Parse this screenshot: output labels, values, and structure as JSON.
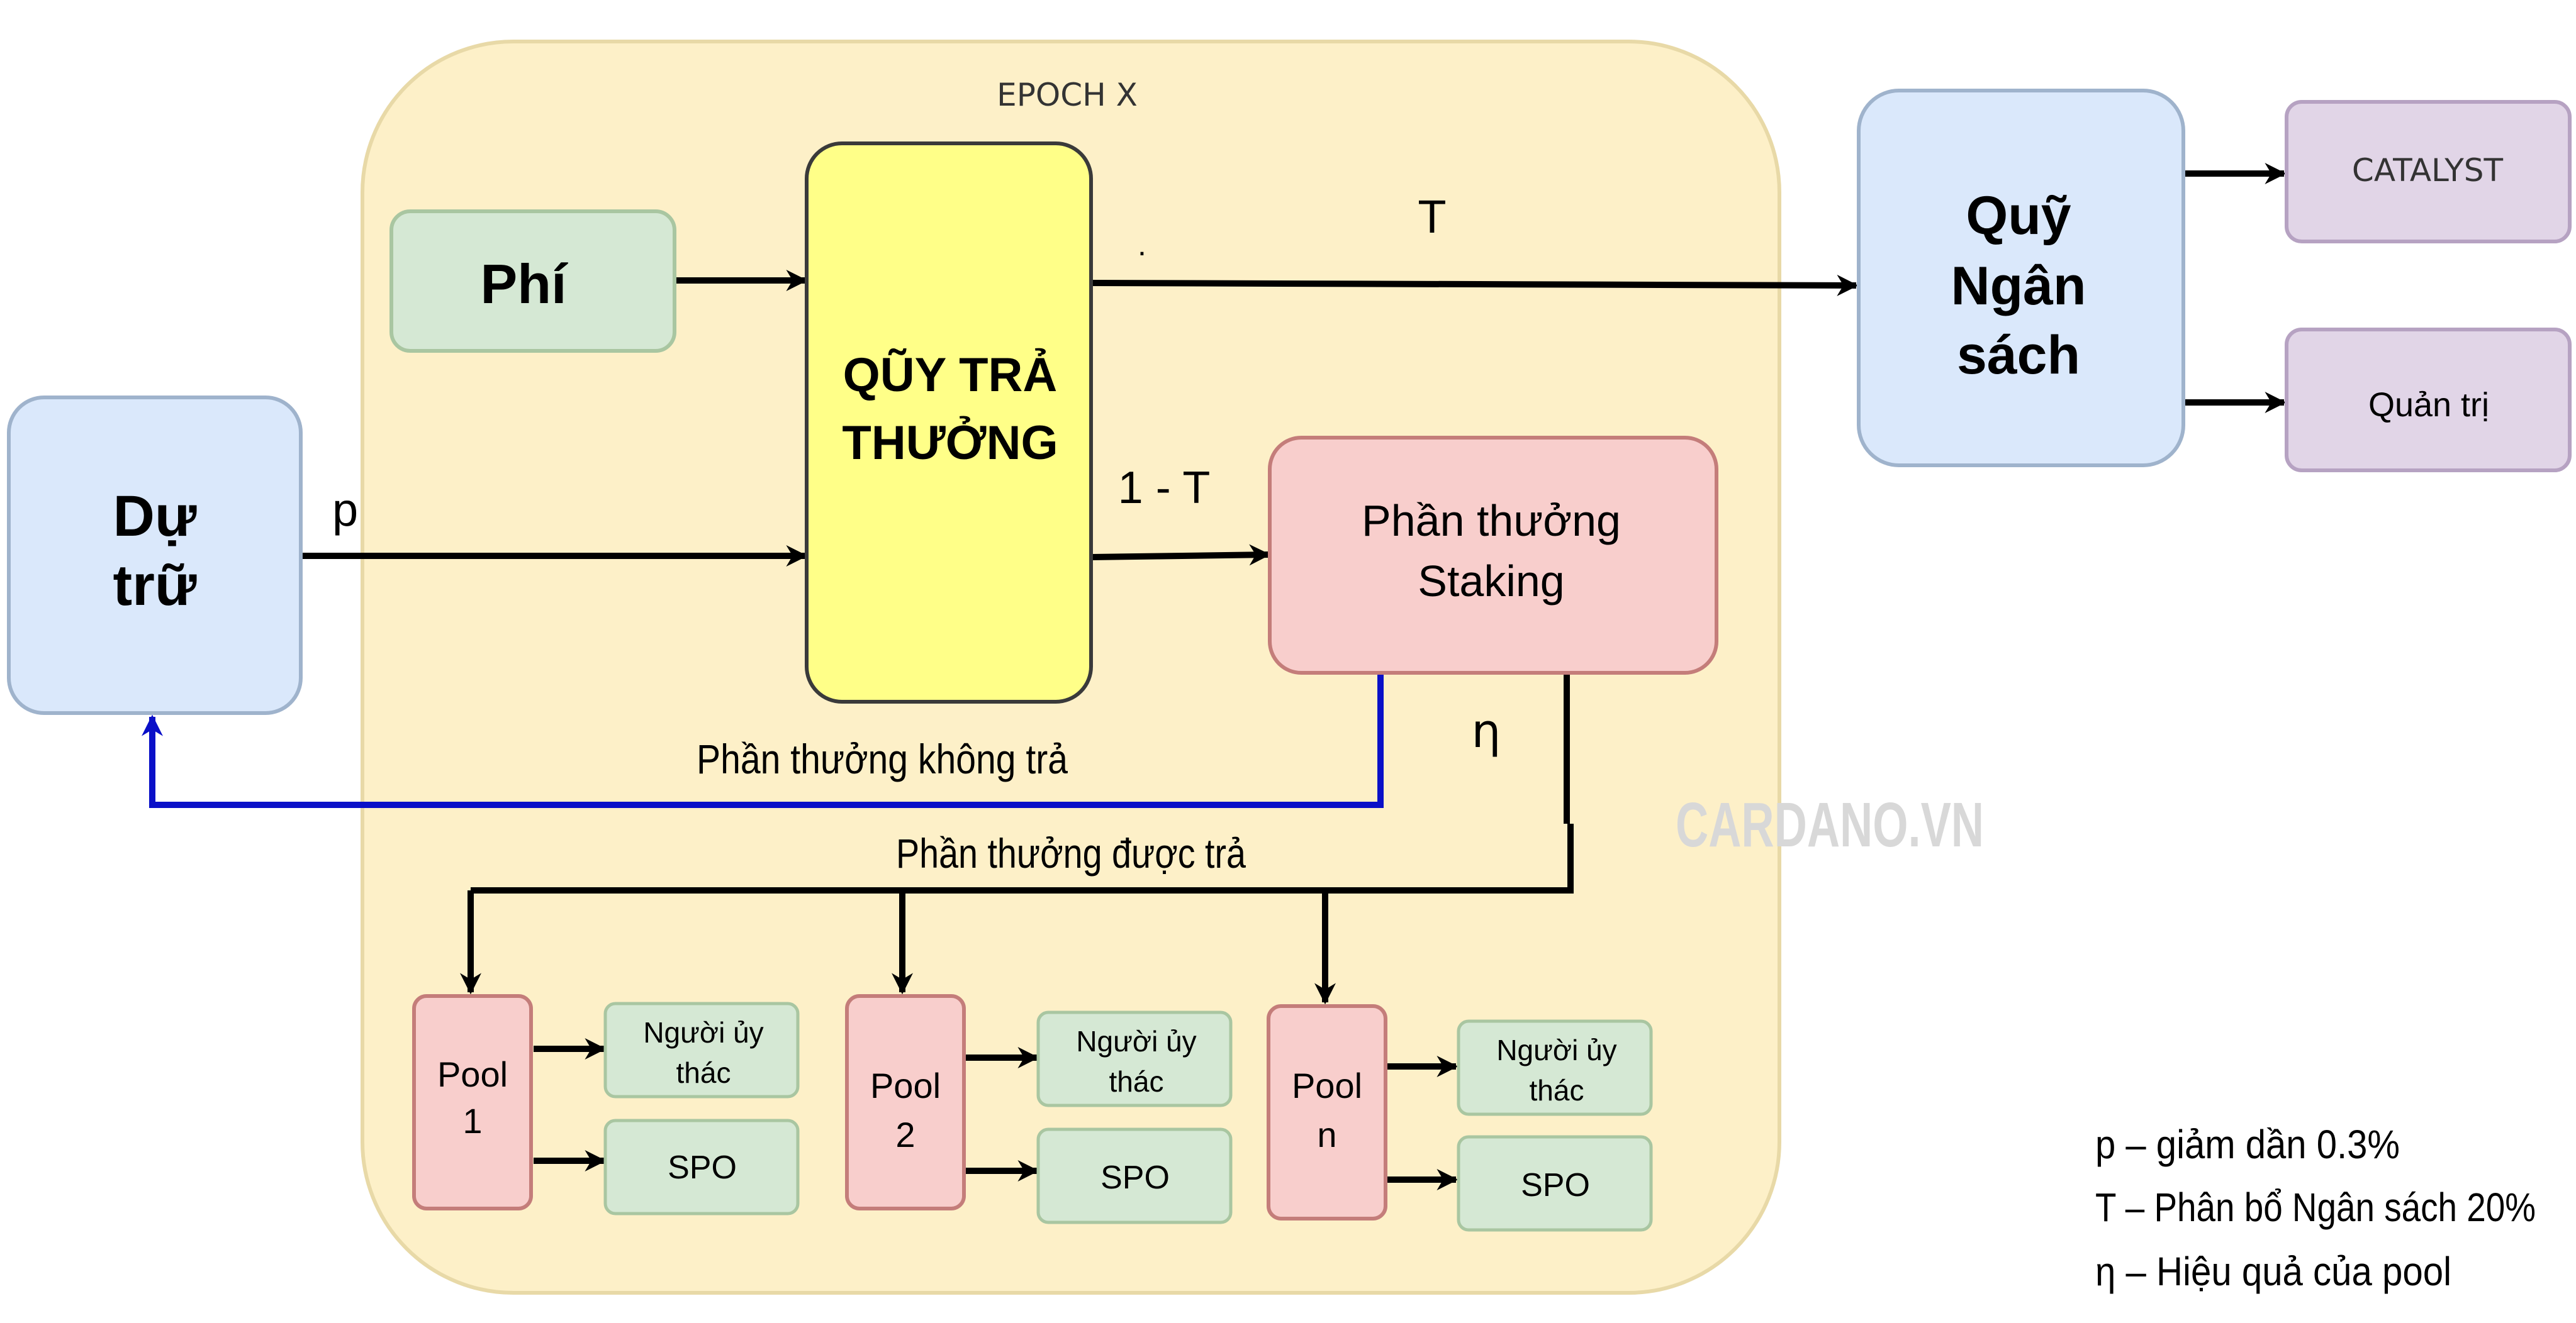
{
  "epoch": {
    "label": "EPOCH X"
  },
  "nodes": {
    "reserve": {
      "lines": [
        "Dự",
        "trữ"
      ]
    },
    "fees": {
      "label": "Phí"
    },
    "reward_pot": {
      "lines": [
        "QŨY TRẢ",
        "THƯỞNG"
      ]
    },
    "treasury": {
      "lines": [
        "Quỹ",
        "Ngân",
        "sách"
      ]
    },
    "catalyst": {
      "label": "CATALYST"
    },
    "governance": {
      "label": "Quản trị"
    },
    "staking_rewards": {
      "lines": [
        "Phần thưởng",
        "Staking"
      ]
    },
    "pools": [
      {
        "lines": [
          "Pool",
          "1"
        ],
        "delegator": [
          "Người ủy",
          "thác"
        ],
        "spo": "SPO"
      },
      {
        "lines": [
          "Pool",
          "2"
        ],
        "delegator": [
          "Người ủy",
          "thác"
        ],
        "spo": "SPO"
      },
      {
        "lines": [
          "Pool",
          "n"
        ],
        "delegator": [
          "Người ủy",
          "thác"
        ],
        "spo": "SPO"
      }
    ]
  },
  "edges": {
    "p": "p",
    "t": "T",
    "one_minus_t": "1 - T",
    "eta": "η",
    "dot": ".",
    "unpaid": "Phần thưởng không trả",
    "paid": "Phần thưởng được trả"
  },
  "watermark": "CARDANO.VN",
  "legend": [
    "p – giảm dần 0.3%",
    "T – Phân bổ Ngân sách 20%",
    "η – Hiệu quả của pool"
  ],
  "colors": {
    "epoch_fill": "#fdf0c8",
    "epoch_stroke": "#e8d9a7",
    "blue_fill": "#dae8fb",
    "blue_stroke": "#9fb3cc",
    "green_fill": "#d5e8d4",
    "green_stroke": "#a9c6a1",
    "yellow_fill": "#ffff88",
    "yellow_stroke": "#3a3a3a",
    "red_fill": "#f8cecc",
    "red_stroke": "#c47d7a",
    "purple_fill": "#e1d5e7",
    "purple_stroke": "#b6a2c2",
    "arrow": "#000000",
    "unpaid_arrow": "#0a10c8",
    "watermark": "#d8d8d8"
  }
}
